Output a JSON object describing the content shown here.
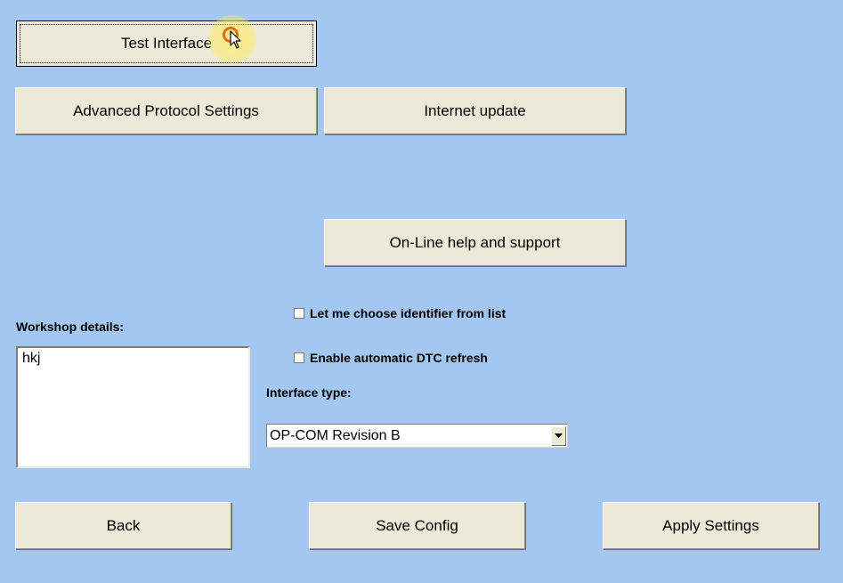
{
  "buttons": {
    "test_interface": "Test Interface",
    "advanced_protocol": "Advanced Protocol Settings",
    "internet_update": "Internet update",
    "online_help": "On-Line help and support",
    "back": "Back",
    "save_config": "Save Config",
    "apply_settings": "Apply Settings"
  },
  "workshop": {
    "label": "Workshop details:",
    "value": "hkj"
  },
  "options": {
    "choose_identifier": "Let me choose identifier from list",
    "auto_dtc_refresh": "Enable automatic DTC refresh"
  },
  "interface_type": {
    "label": "Interface type:",
    "selected": "OP-COM Revision B"
  },
  "colors": {
    "background": "#a3c7f0",
    "button_face": "#ece9d8"
  }
}
